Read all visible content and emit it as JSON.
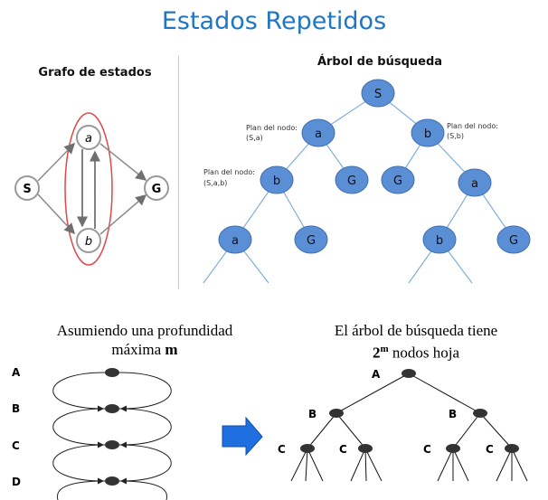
{
  "title": "Estados Repetidos",
  "state_graph": {
    "title": "Grafo de estados",
    "nodes": {
      "s": "S",
      "a": "a",
      "b": "b",
      "g": "G"
    }
  },
  "search_tree": {
    "title": "Árbol de búsqueda",
    "nodes": {
      "root": "S",
      "left_a": "a",
      "right_b": "b",
      "ll_b": "b",
      "lr_g": "G",
      "rl_g": "G",
      "rr_a": "a",
      "lll_a": "a",
      "llr_g": "G",
      "rrl_b": "b",
      "rrr_g": "G"
    },
    "notes": {
      "plan_a_line1": "Plan del nodo:",
      "plan_a_line2": "(S,a)",
      "plan_b_line1": "Plan del nodo:",
      "plan_b_line2": "(S,b)",
      "plan_sab_line1": "Plan del nodo:",
      "plan_sab_line2": "(S,a,b)"
    }
  },
  "depth_caption": {
    "text": "Asumiendo una profundidad máxima",
    "bold": "m"
  },
  "leaf_caption": {
    "line1": "El árbol de búsqueda tiene",
    "base": "2",
    "exp": "m",
    "rest": " nodos hoja"
  },
  "chain": {
    "labels": [
      "A",
      "B",
      "C",
      "D"
    ]
  },
  "binary_tree": {
    "a": "A",
    "b": "B",
    "c": "C"
  },
  "colors": {
    "title": "#1f77c4",
    "tree_node": "#5b8fd5",
    "tree_edge": "#7fb0dc",
    "arrow": "#1f6fe0",
    "graph_edge": "#8a8a8a",
    "highlight": "#e04848"
  }
}
